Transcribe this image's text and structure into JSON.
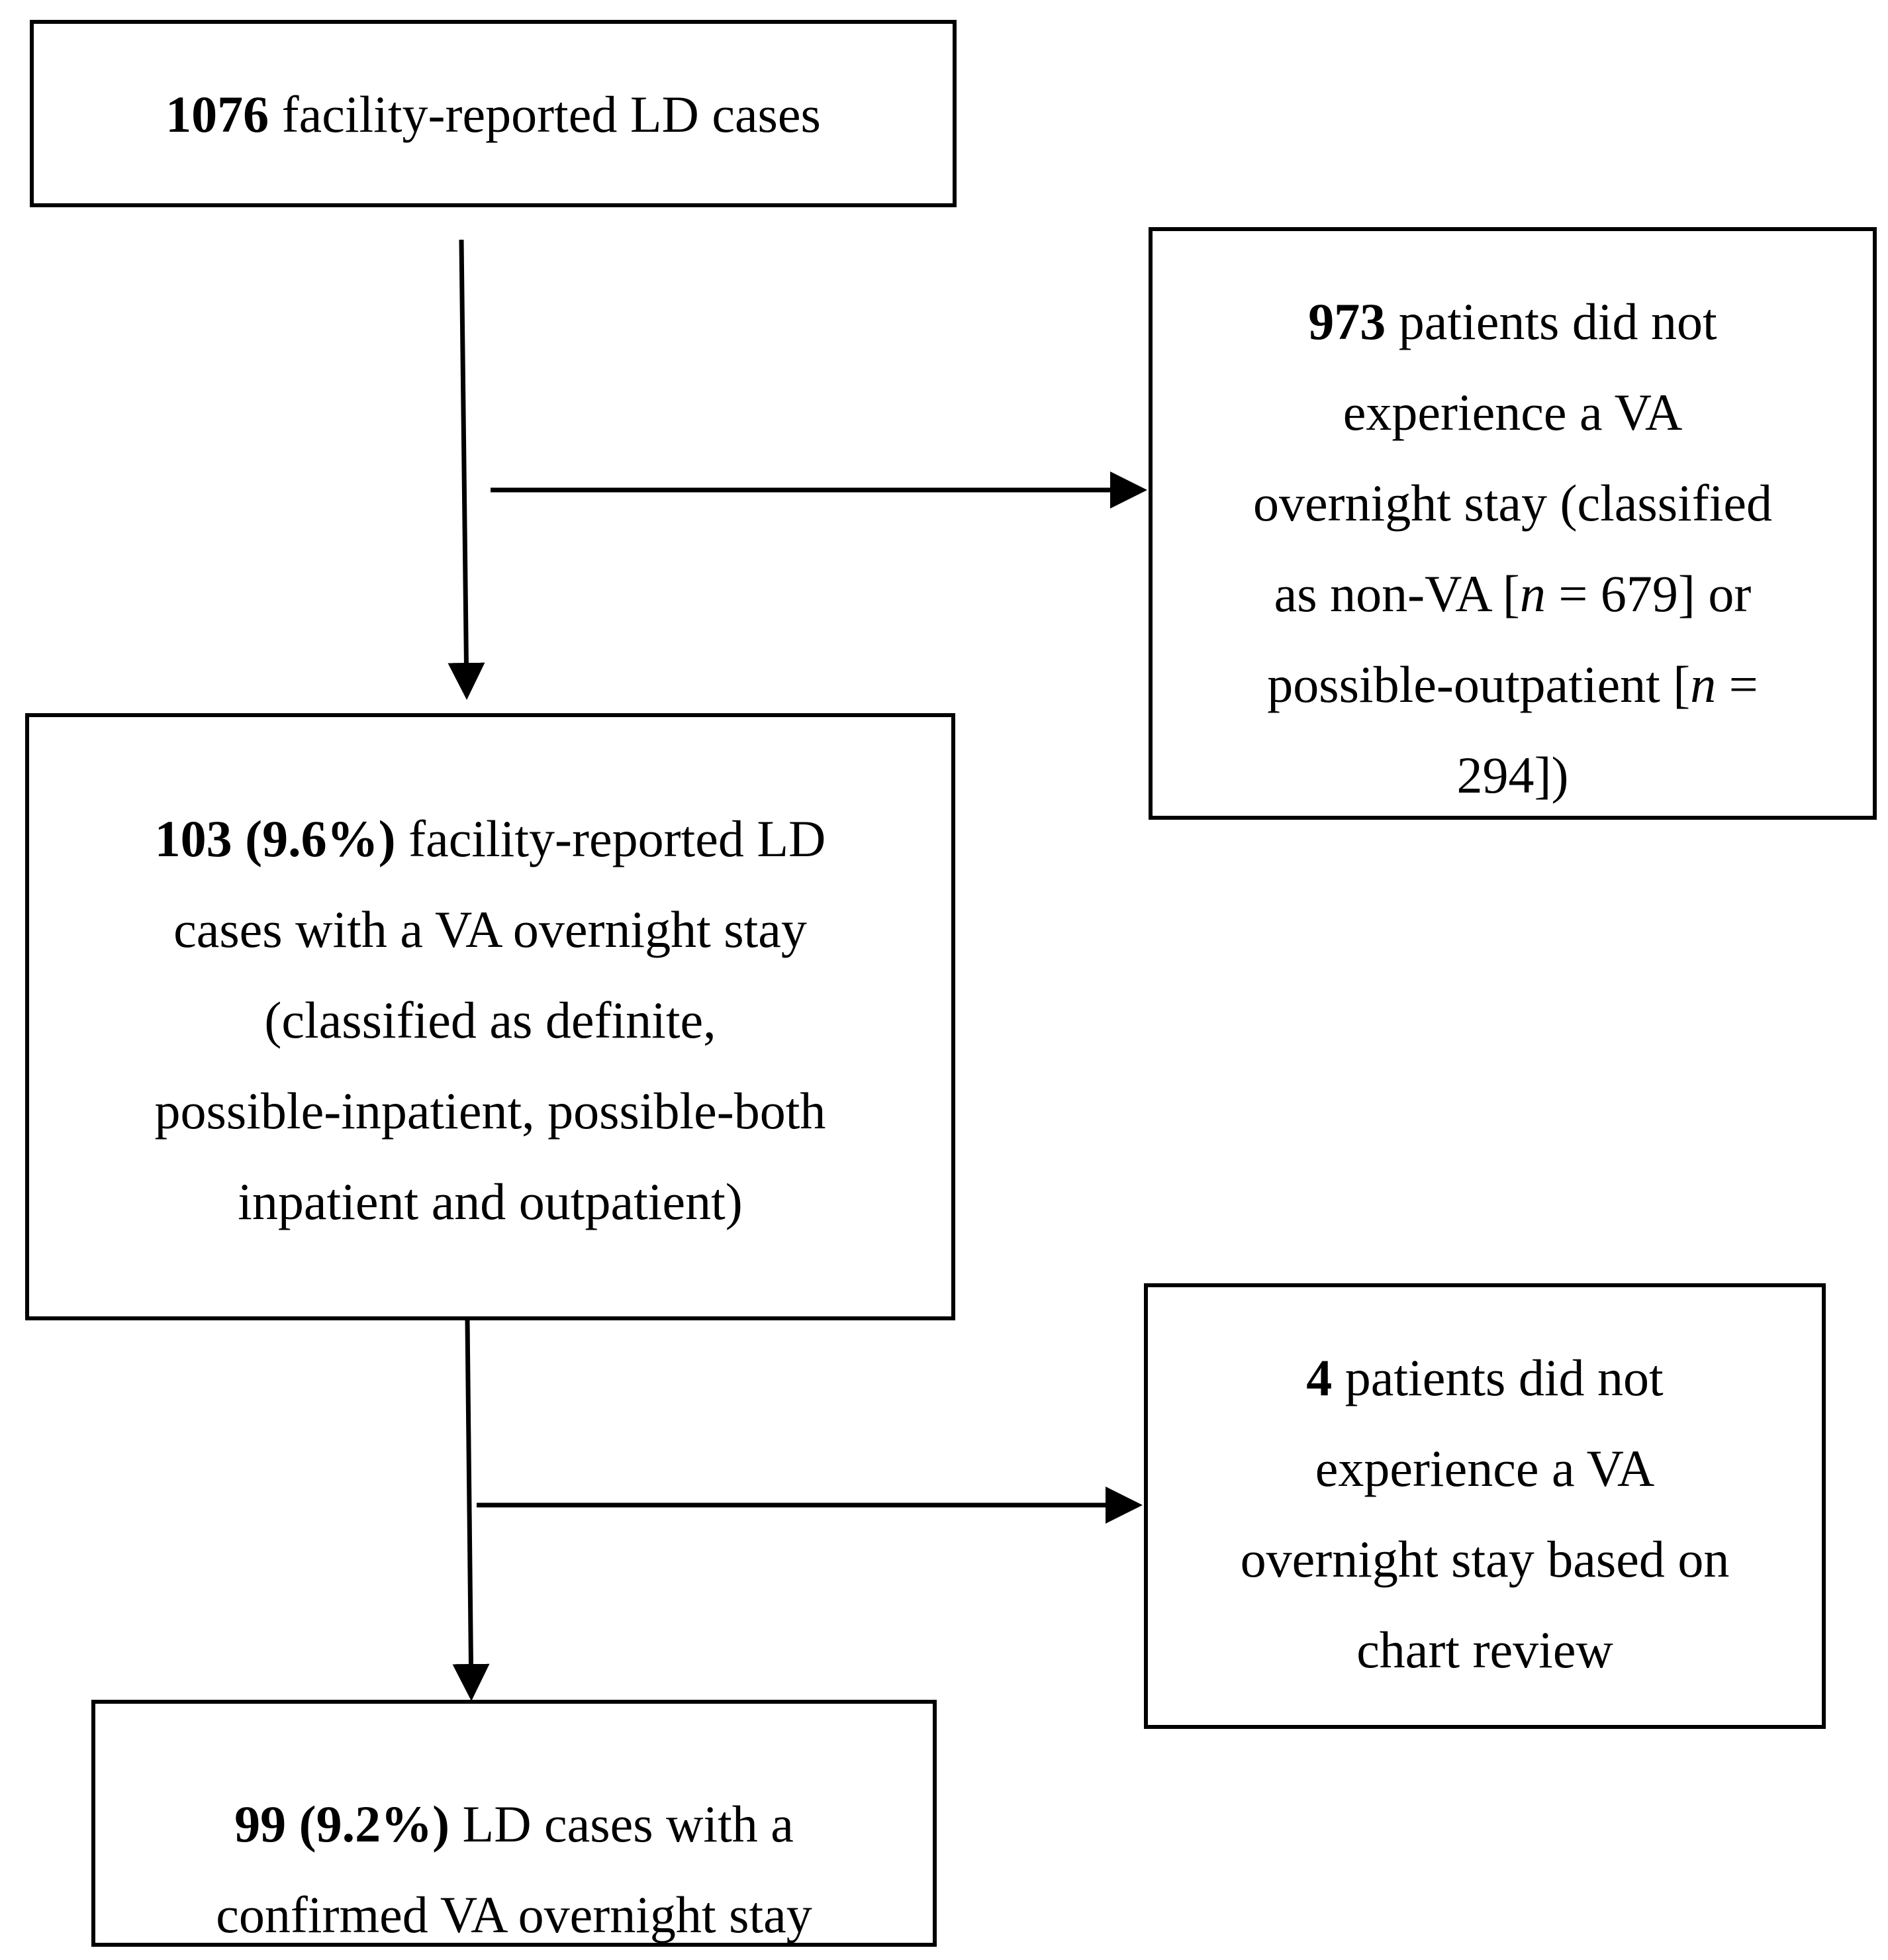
{
  "boxes": {
    "total": {
      "count": "1076",
      "text": " facility-reported LD cases"
    },
    "excluded_1": {
      "count": "973",
      "line1_rest": " patients did not",
      "line2": "experience a VA",
      "line3": "overnight stay (classified",
      "line4_pre": "as non-VA [",
      "n_symbol": "n",
      "line4_eq": " = 679] or",
      "line5_pre": "possible-outpatient [",
      "line5_eq": " =",
      "line6": "294])"
    },
    "overnight": {
      "count": "103 (9.6%)",
      "line1_rest": " facility-reported LD",
      "line2": "cases with a VA overnight stay",
      "line3": "(classified as definite,",
      "line4": "possible-inpatient, possible-both",
      "line5": "inpatient and outpatient)"
    },
    "excluded_2": {
      "count": "4",
      "line1_rest": " patients did not",
      "line2": "experience a VA",
      "line3": "overnight stay based on",
      "line4": "chart review"
    },
    "confirmed": {
      "count": "99 (9.2%)",
      "line1_rest": " LD cases with a",
      "line2": "confirmed VA overnight stay"
    }
  }
}
